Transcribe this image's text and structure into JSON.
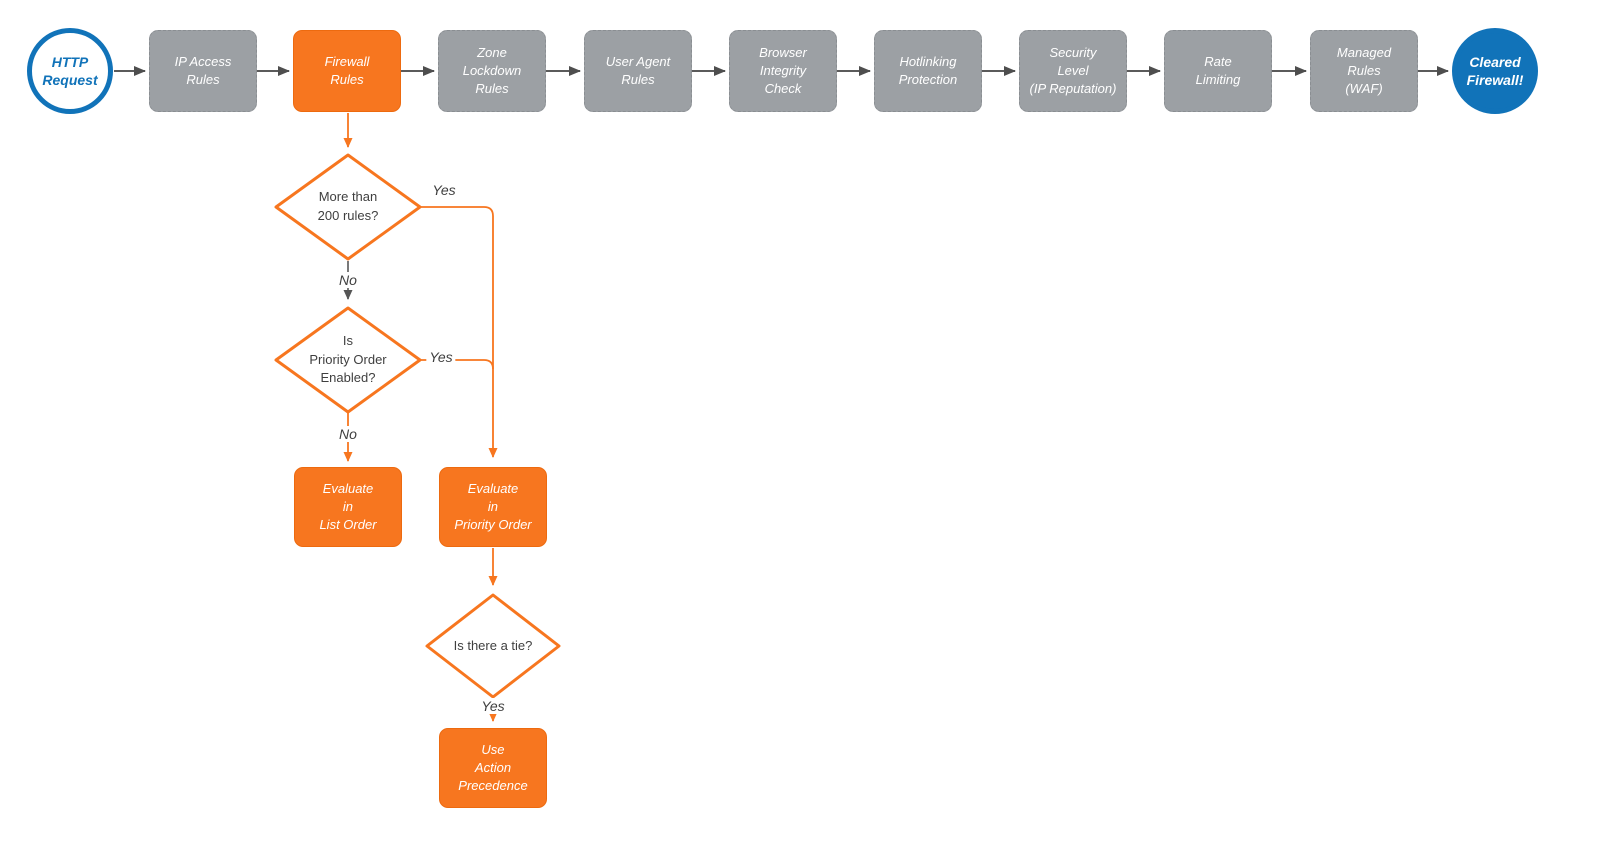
{
  "colors": {
    "accent_orange": "#F7761F",
    "neutral_gray": "#9CA0A4",
    "brand_blue": "#1173B9",
    "connector_gray": "#5B5B5B",
    "text_dark": "#3F3F3F"
  },
  "flow": {
    "start": {
      "label": "HTTP\nRequest"
    },
    "steps": [
      {
        "label": "IP Access\nRules"
      },
      {
        "label": "Firewall\nRules"
      },
      {
        "label": "Zone\nLockdown\nRules"
      },
      {
        "label": "User Agent\nRules"
      },
      {
        "label": "Browser\nIntegrity\nCheck"
      },
      {
        "label": "Hotlinking\nProtection"
      },
      {
        "label": "Security\nLevel\n(IP Reputation)"
      },
      {
        "label": "Rate\nLimiting"
      },
      {
        "label": "Managed\nRules\n(WAF)"
      }
    ],
    "end": {
      "label": "Cleared\nFirewall!"
    }
  },
  "branch": {
    "decision_rules": {
      "label": "More than\n200 rules?",
      "yes": "Yes",
      "no": "No"
    },
    "decision_priority": {
      "label": "Is\nPriority Order\nEnabled?",
      "yes": "Yes",
      "no": "No"
    },
    "decision_tie": {
      "label": "Is there a tie?",
      "yes": "Yes"
    },
    "evaluate_list": {
      "label": "Evaluate\nin\nList Order"
    },
    "evaluate_priority": {
      "label": "Evaluate\nin\nPriority Order"
    },
    "action_precedence": {
      "label": "Use\nAction\nPrecedence"
    }
  }
}
